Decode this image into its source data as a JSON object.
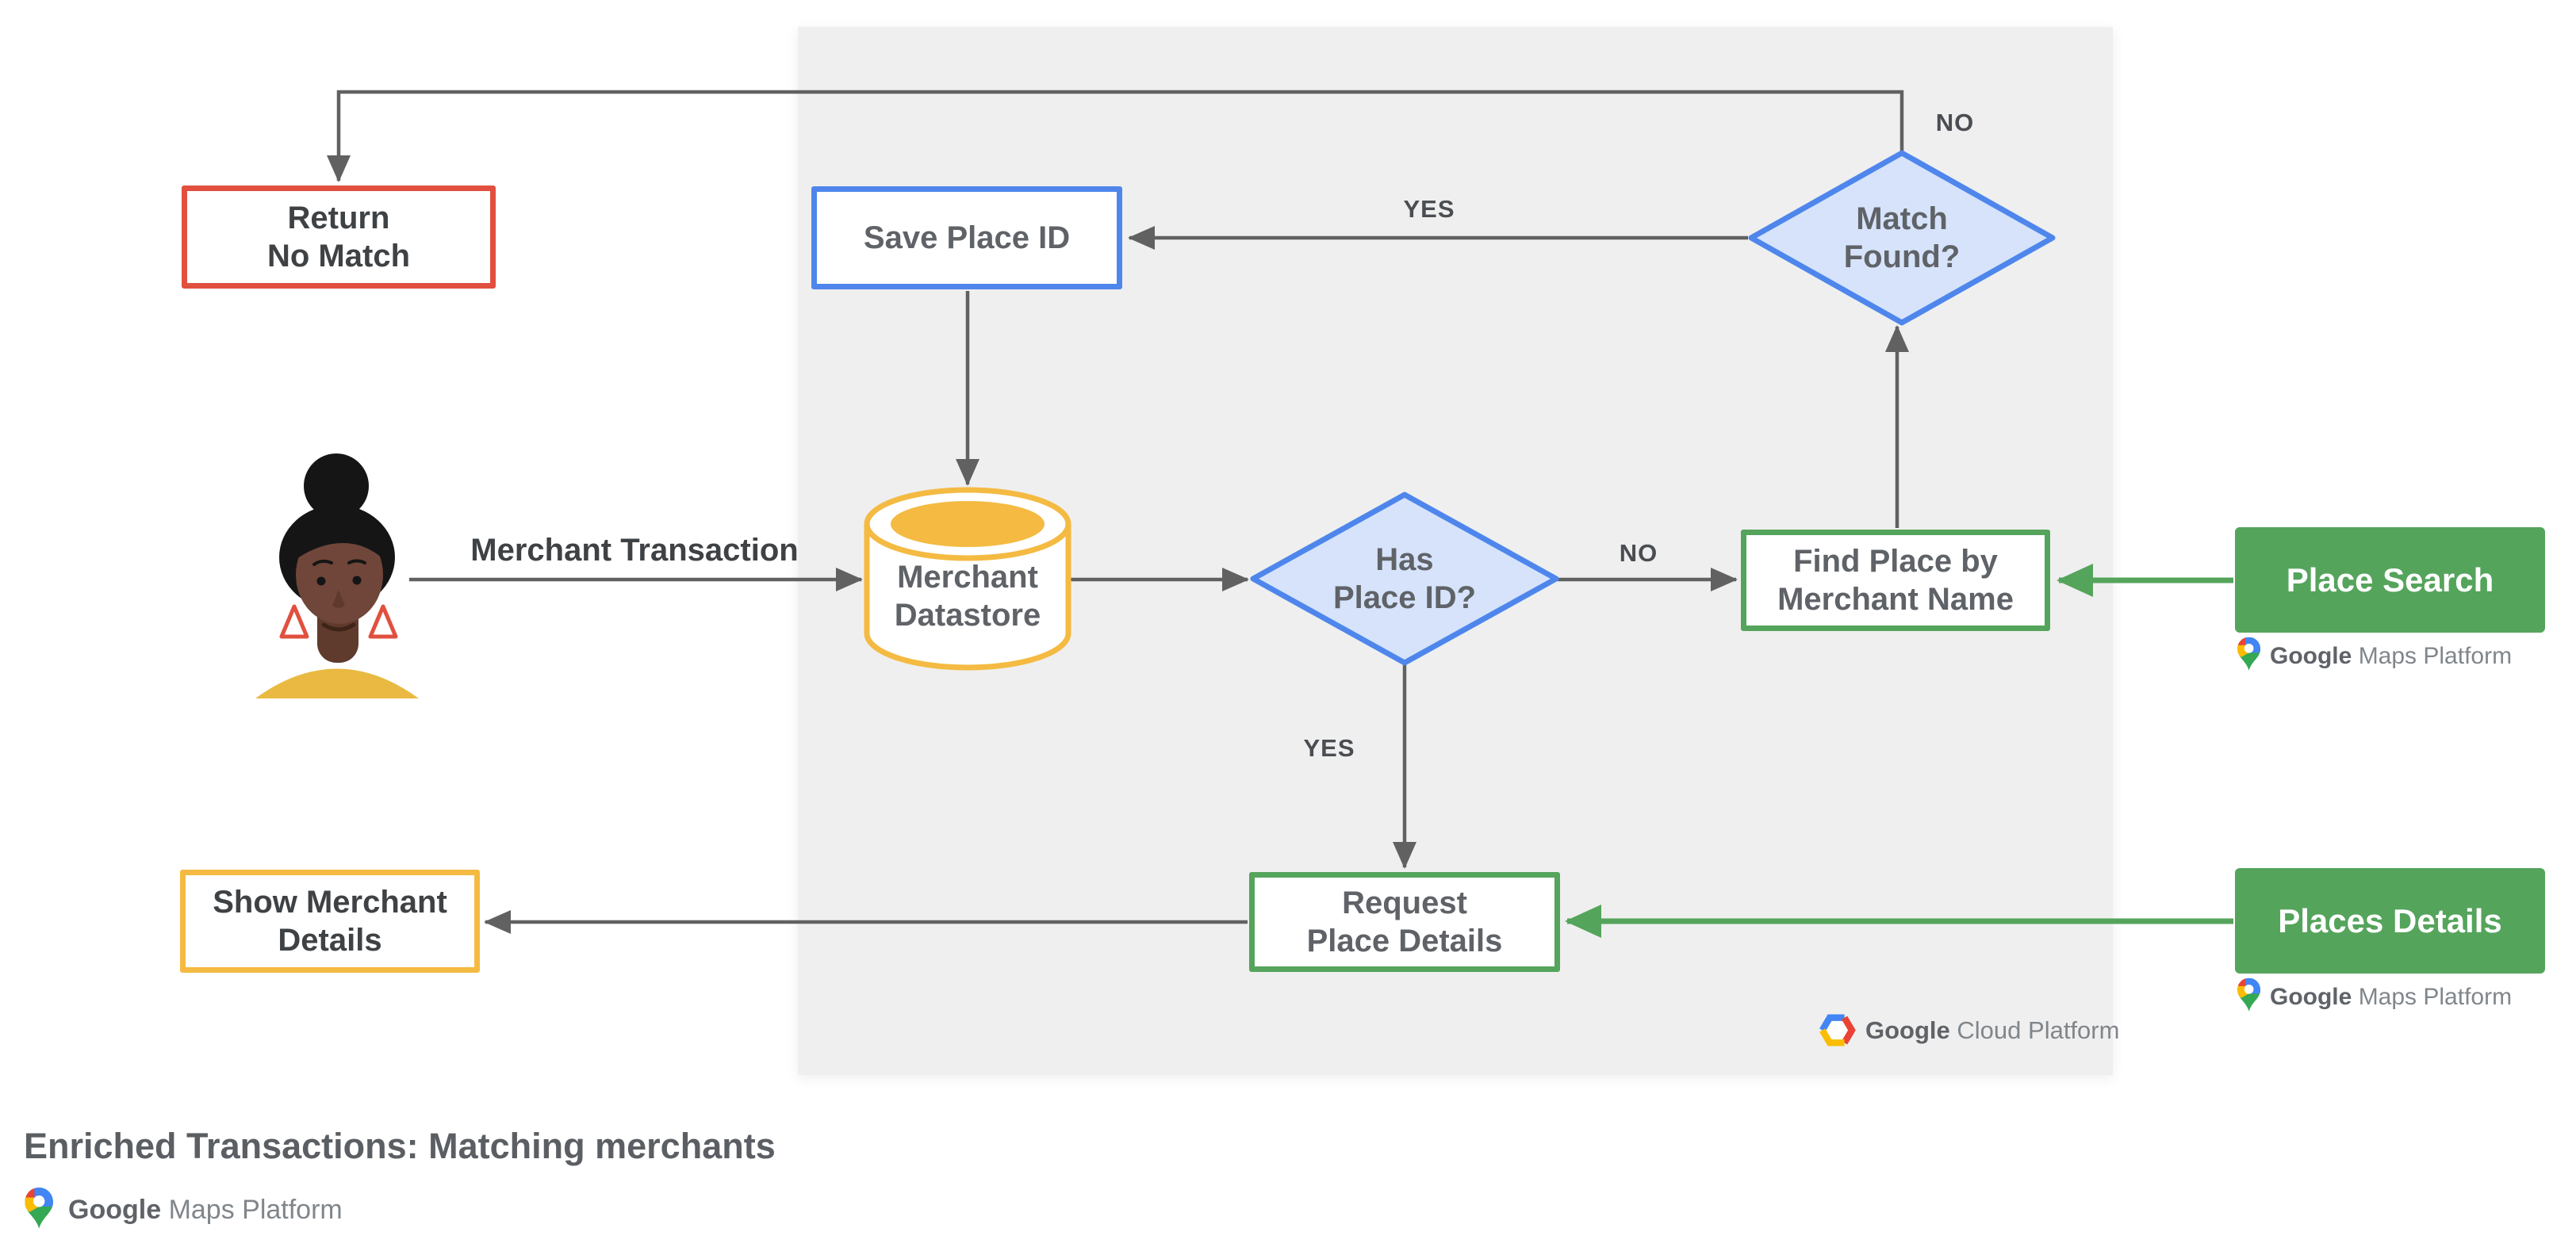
{
  "title": "Enriched Transactions: Matching merchants",
  "flow_label": "Merchant Transaction",
  "edge_labels": {
    "match_found_no": "NO",
    "match_found_yes": "YES",
    "has_place_id_no": "NO",
    "has_place_id_yes": "YES"
  },
  "nodes": {
    "return_no_match": {
      "line1": "Return",
      "line2": "No Match"
    },
    "save_place_id": {
      "line1": "Save Place ID"
    },
    "match_found": {
      "line1": "Match",
      "line2": "Found?"
    },
    "merchant_datastore": {
      "line1": "Merchant",
      "line2": "Datastore"
    },
    "has_place_id": {
      "line1": "Has",
      "line2": "Place ID?"
    },
    "find_place": {
      "line1": "Find Place by",
      "line2": "Merchant Name"
    },
    "request_place_details": {
      "line1": "Request",
      "line2": "Place Details"
    },
    "show_merchant_details": {
      "line1": "Show Merchant",
      "line2": "Details"
    },
    "place_search": {
      "line1": "Place Search"
    },
    "places_details": {
      "line1": "Places Details"
    }
  },
  "logos": {
    "place_search_attribution": {
      "brand": "Google",
      "product": "Maps Platform"
    },
    "places_details_attribution": {
      "brand": "Google",
      "product": "Maps Platform"
    },
    "cloud_platform": {
      "brand": "Google",
      "product": "Cloud Platform"
    },
    "footer": {
      "brand": "Google",
      "product": "Maps Platform"
    }
  },
  "colors": {
    "red": "#E1503F",
    "blue": "#4E86EC",
    "diamond_fill": "#D6E3FA",
    "yellow": "#F4BA42",
    "green": "#55A45C",
    "arrow_gray": "#616161",
    "panel_bg": "#EFEFEF",
    "node_text": "#5F6368",
    "dark_text": "#3F4245"
  }
}
